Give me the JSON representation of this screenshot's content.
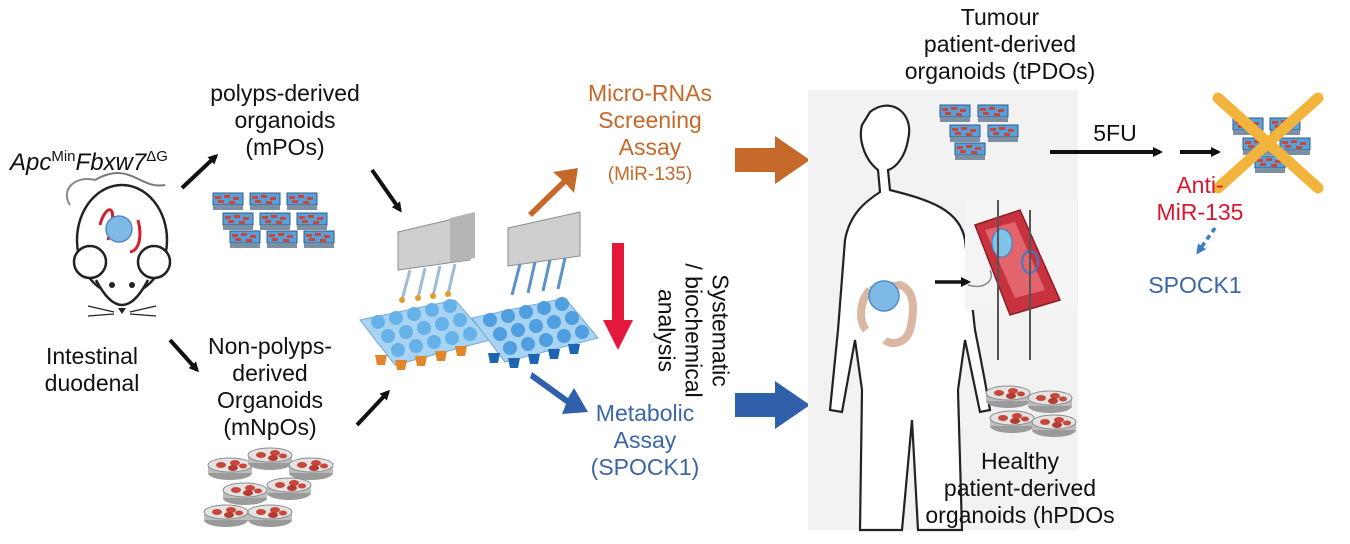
{
  "mouse": {
    "genotype": {
      "apc": "Apc",
      "min": "Min",
      "fbxw": "Fbxw7",
      "dg": "ΔG"
    },
    "tissue_line1": "Intestinal",
    "tissue_line2": "duodenal"
  },
  "polyps": {
    "line1": "polyps-derived",
    "line2": "organoids",
    "line3": "(mPOs)"
  },
  "nonpolyps": {
    "line1": "Non-polyps-",
    "line2": "derived",
    "line3": "Organoids",
    "line4": "(mNpOs)"
  },
  "mirna_assay": {
    "line1": "Micro-RNAs",
    "line2": "Screening",
    "line3": "Assay",
    "line4": "(MiR-135)"
  },
  "metabolic_assay": {
    "line1": "Metabolic",
    "line2": "Assay",
    "line3": "(SPOCK1)"
  },
  "analysis": {
    "line1": "Systematic",
    "line2": "/ biochemical",
    "line3": "analysis"
  },
  "tumour": {
    "line1": "Tumour",
    "line2": "patient-derived",
    "line3": "organoids (tPDOs)"
  },
  "healthy": {
    "line1": "Healthy",
    "line2": "patient-derived",
    "line3": "organoids (hPDOs"
  },
  "treatment": "5FU",
  "anti_mir": {
    "line1": "Anti-",
    "line2": "MiR-135"
  },
  "target": "SPOCK1",
  "colors": {
    "mirna": "#c5692a",
    "metabolic": "#3b66a6",
    "anti": "#d4182e",
    "cross": "#f2b43c",
    "organoid_red": "#c9463a",
    "organoid_blue": "#5aa0d8"
  },
  "icons": [
    "mouse-icon",
    "organoid-plate-icon",
    "robotic-pipette-icon",
    "human-silhouette-icon",
    "colon-icon",
    "intestine-tube-icon",
    "cross-out-icon",
    "petri-dish-icon"
  ]
}
